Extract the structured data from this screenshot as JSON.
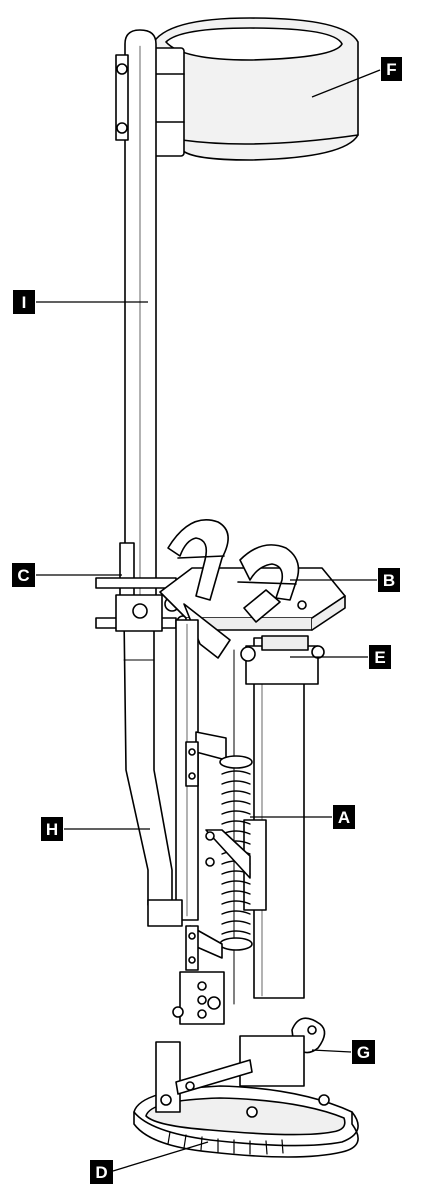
{
  "colors": {
    "line": "#000000",
    "fill": "#ffffff",
    "shade": "#e8e8e8",
    "label_box": "#000000",
    "label_text": "#ffffff"
  },
  "labels": {
    "A": "A",
    "B": "B",
    "C": "C",
    "D": "D",
    "E": "E",
    "F": "F",
    "G": "G",
    "H": "H",
    "I": "I"
  }
}
